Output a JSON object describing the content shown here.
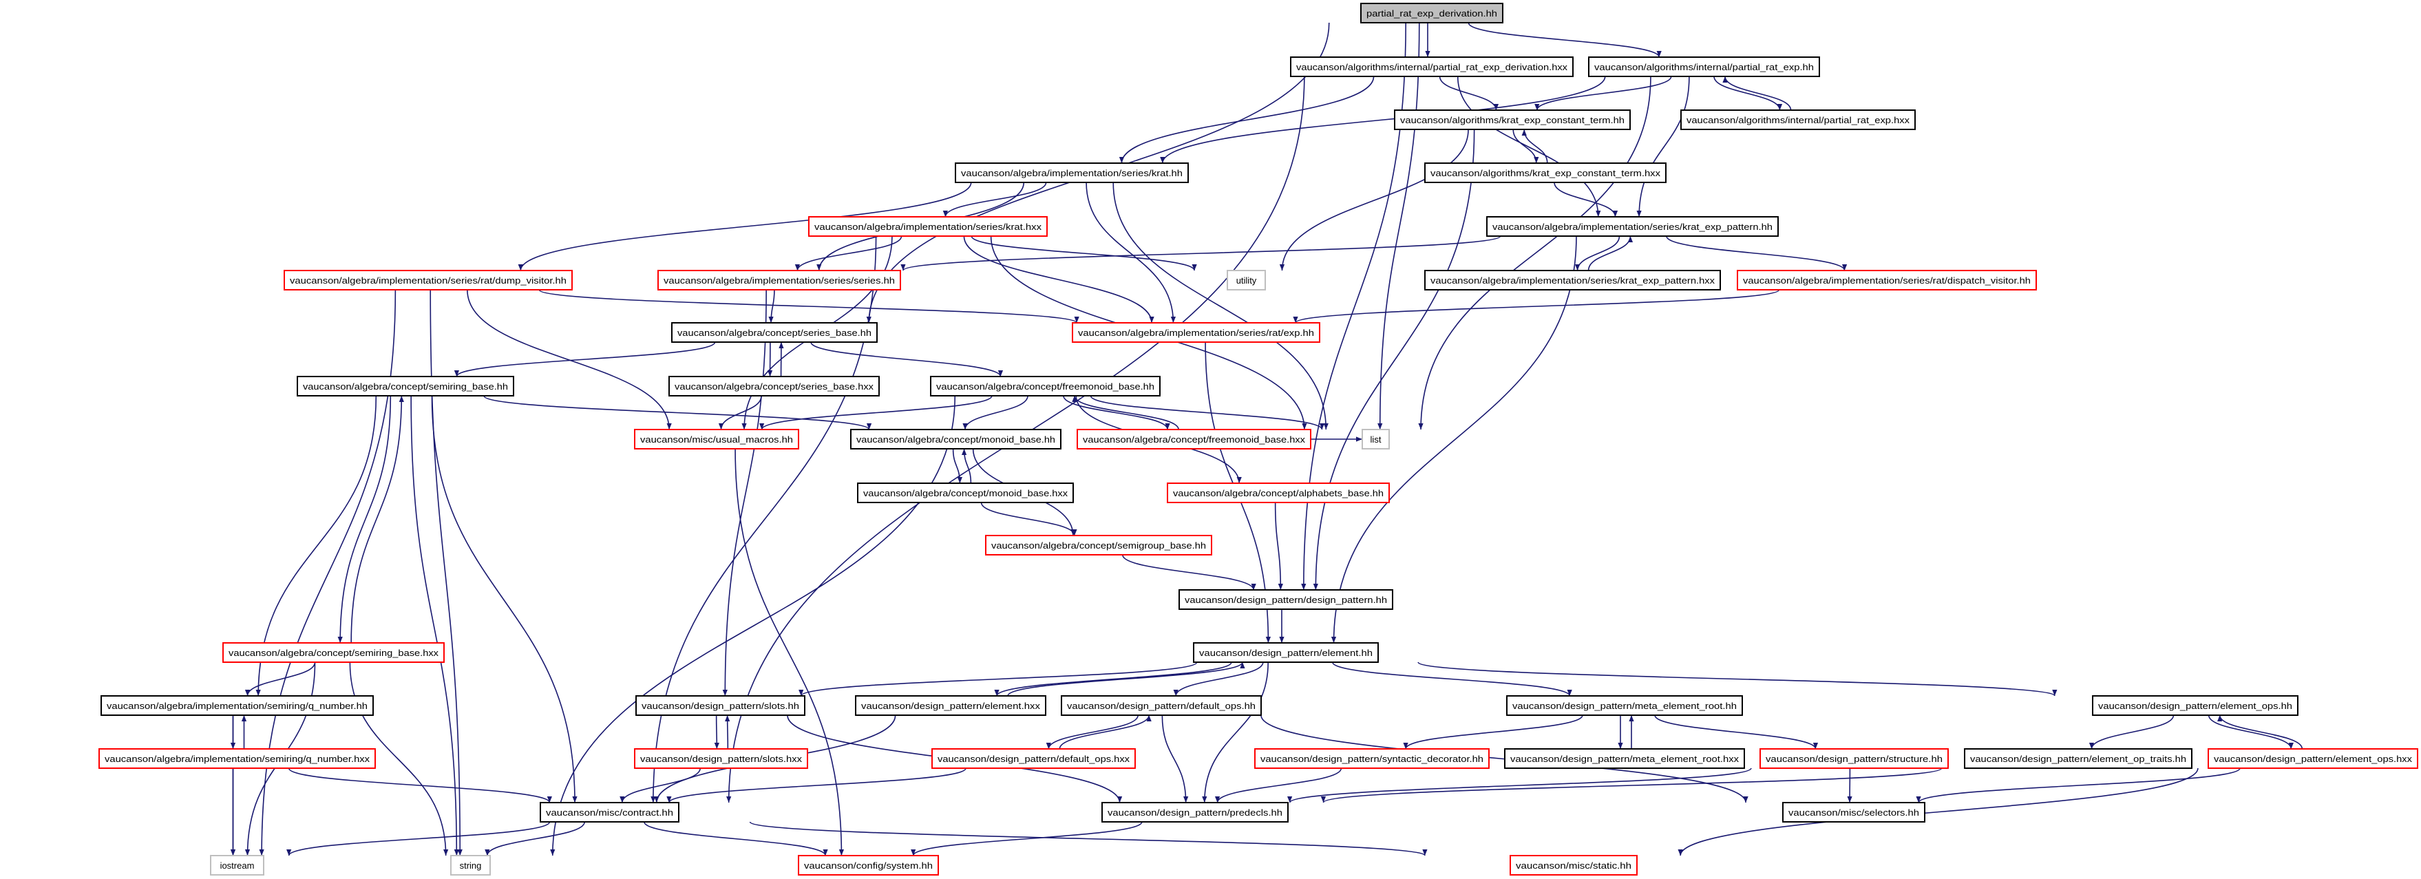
{
  "graph": {
    "edge_color": "#191970",
    "missing_node_border_color": "#ff0000",
    "external_node_border_color": "#bfbfbf",
    "root_fill_color": "#bfbfbf"
  },
  "nodes": [
    {
      "label": "partial_rat_exp_derivation.hh",
      "kind": "root"
    },
    {
      "label": "vaucanson/algorithms/internal/partial_rat_exp_derivation.hxx",
      "kind": "normal"
    },
    {
      "label": "vaucanson/algorithms/internal/partial_rat_exp.hh",
      "kind": "normal"
    },
    {
      "label": "vaucanson/algorithms/krat_exp_constant_term.hh",
      "kind": "normal"
    },
    {
      "label": "vaucanson/algorithms/internal/partial_rat_exp.hxx",
      "kind": "normal"
    },
    {
      "label": "vaucanson/algebra/implementation/series/krat.hh",
      "kind": "normal"
    },
    {
      "label": "vaucanson/algorithms/krat_exp_constant_term.hxx",
      "kind": "normal"
    },
    {
      "label": "vaucanson/algebra/implementation/series/krat.hxx",
      "kind": "red"
    },
    {
      "label": "vaucanson/algebra/implementation/series/krat_exp_pattern.hh",
      "kind": "normal"
    },
    {
      "label": "vaucanson/algebra/implementation/series/rat/dump_visitor.hh",
      "kind": "red"
    },
    {
      "label": "vaucanson/algebra/implementation/series/series.hh",
      "kind": "red"
    },
    {
      "label": "utility",
      "kind": "ext"
    },
    {
      "label": "vaucanson/algebra/implementation/series/krat_exp_pattern.hxx",
      "kind": "normal"
    },
    {
      "label": "vaucanson/algebra/implementation/series/rat/dispatch_visitor.hh",
      "kind": "red"
    },
    {
      "label": "vaucanson/algebra/concept/series_base.hh",
      "kind": "normal"
    },
    {
      "label": "vaucanson/algebra/implementation/series/rat/exp.hh",
      "kind": "red"
    },
    {
      "label": "vaucanson/algebra/concept/semiring_base.hh",
      "kind": "normal"
    },
    {
      "label": "vaucanson/algebra/concept/series_base.hxx",
      "kind": "normal"
    },
    {
      "label": "vaucanson/algebra/concept/freemonoid_base.hh",
      "kind": "normal"
    },
    {
      "label": "vaucanson/misc/usual_macros.hh",
      "kind": "red"
    },
    {
      "label": "vaucanson/algebra/concept/monoid_base.hh",
      "kind": "normal"
    },
    {
      "label": "list",
      "kind": "ext"
    },
    {
      "label": "vaucanson/algebra/concept/freemonoid_base.hxx",
      "kind": "red"
    },
    {
      "label": "vaucanson/algebra/concept/monoid_base.hxx",
      "kind": "normal"
    },
    {
      "label": "vaucanson/algebra/concept/alphabets_base.hh",
      "kind": "red"
    },
    {
      "label": "vaucanson/algebra/concept/semigroup_base.hh",
      "kind": "red"
    },
    {
      "label": "vaucanson/design_pattern/design_pattern.hh",
      "kind": "normal"
    },
    {
      "label": "vaucanson/design_pattern/element.hh",
      "kind": "normal"
    },
    {
      "label": "vaucanson/algebra/concept/semiring_base.hxx",
      "kind": "red"
    },
    {
      "label": "vaucanson/algebra/implementation/semiring/q_number.hh",
      "kind": "normal"
    },
    {
      "label": "vaucanson/design_pattern/slots.hh",
      "kind": "normal"
    },
    {
      "label": "vaucanson/design_pattern/element.hxx",
      "kind": "normal"
    },
    {
      "label": "vaucanson/design_pattern/default_ops.hh",
      "kind": "normal"
    },
    {
      "label": "vaucanson/design_pattern/meta_element_root.hh",
      "kind": "normal"
    },
    {
      "label": "vaucanson/design_pattern/element_ops.hh",
      "kind": "normal"
    },
    {
      "label": "vaucanson/algebra/implementation/semiring/q_number.hxx",
      "kind": "red"
    },
    {
      "label": "vaucanson/design_pattern/slots.hxx",
      "kind": "red"
    },
    {
      "label": "vaucanson/design_pattern/default_ops.hxx",
      "kind": "red"
    },
    {
      "label": "vaucanson/design_pattern/syntactic_decorator.hh",
      "kind": "red"
    },
    {
      "label": "vaucanson/design_pattern/meta_element_root.hxx",
      "kind": "normal"
    },
    {
      "label": "vaucanson/design_pattern/structure.hh",
      "kind": "red"
    },
    {
      "label": "vaucanson/design_pattern/element_op_traits.hh",
      "kind": "normal"
    },
    {
      "label": "vaucanson/design_pattern/element_ops.hxx",
      "kind": "red"
    },
    {
      "label": "vaucanson/misc/contract.hh",
      "kind": "normal"
    },
    {
      "label": "vaucanson/design_pattern/predecls.hh",
      "kind": "normal"
    },
    {
      "label": "vaucanson/misc/selectors.hh",
      "kind": "normal"
    },
    {
      "label": "iostream",
      "kind": "ext"
    },
    {
      "label": "string",
      "kind": "ext"
    },
    {
      "label": "vaucanson/config/system.hh",
      "kind": "red"
    },
    {
      "label": "vaucanson/misc/static.hh",
      "kind": "red"
    }
  ],
  "edges": [
    [
      0,
      1
    ],
    [
      0,
      2
    ],
    [
      0,
      14
    ],
    [
      0,
      21
    ],
    [
      0,
      26
    ],
    [
      1,
      43
    ],
    [
      1,
      5
    ],
    [
      1,
      3
    ],
    [
      1,
      8
    ],
    [
      2,
      5
    ],
    [
      2,
      3
    ],
    [
      2,
      4
    ],
    [
      2,
      8
    ],
    [
      2,
      21
    ],
    [
      4,
      2
    ],
    [
      3,
      11
    ],
    [
      3,
      26
    ],
    [
      3,
      6
    ],
    [
      6,
      3
    ],
    [
      6,
      8
    ],
    [
      5,
      7
    ],
    [
      5,
      10
    ],
    [
      5,
      9
    ],
    [
      5,
      15
    ],
    [
      5,
      21
    ],
    [
      7,
      10
    ],
    [
      7,
      11
    ],
    [
      7,
      15
    ],
    [
      7,
      21
    ],
    [
      7,
      43
    ],
    [
      7,
      19
    ],
    [
      8,
      10
    ],
    [
      8,
      12
    ],
    [
      8,
      13
    ],
    [
      8,
      27
    ],
    [
      12,
      8
    ],
    [
      13,
      15
    ],
    [
      9,
      15
    ],
    [
      9,
      19
    ],
    [
      9,
      46
    ],
    [
      9,
      47
    ],
    [
      10,
      14
    ],
    [
      10,
      30
    ],
    [
      14,
      16
    ],
    [
      14,
      17
    ],
    [
      14,
      18
    ],
    [
      17,
      14
    ],
    [
      17,
      19
    ],
    [
      15,
      27
    ],
    [
      16,
      20
    ],
    [
      16,
      28
    ],
    [
      16,
      29
    ],
    [
      16,
      43
    ],
    [
      16,
      47
    ],
    [
      28,
      16
    ],
    [
      28,
      29
    ],
    [
      28,
      46
    ],
    [
      28,
      47
    ],
    [
      18,
      20
    ],
    [
      18,
      22
    ],
    [
      18,
      21
    ],
    [
      18,
      24
    ],
    [
      18,
      19
    ],
    [
      18,
      47
    ],
    [
      22,
      18
    ],
    [
      22,
      21
    ],
    [
      20,
      23
    ],
    [
      20,
      25
    ],
    [
      23,
      20
    ],
    [
      23,
      25
    ],
    [
      24,
      26
    ],
    [
      25,
      26
    ],
    [
      26,
      27
    ],
    [
      19,
      48
    ],
    [
      27,
      30
    ],
    [
      27,
      31
    ],
    [
      27,
      32
    ],
    [
      27,
      33
    ],
    [
      27,
      34
    ],
    [
      27,
      44
    ],
    [
      31,
      27
    ],
    [
      31,
      43
    ],
    [
      30,
      36
    ],
    [
      30,
      44
    ],
    [
      36,
      30
    ],
    [
      36,
      43
    ],
    [
      32,
      37
    ],
    [
      32,
      44
    ],
    [
      32,
      45
    ],
    [
      37,
      32
    ],
    [
      37,
      43
    ],
    [
      33,
      38
    ],
    [
      33,
      39
    ],
    [
      33,
      40
    ],
    [
      39,
      33
    ],
    [
      40,
      44
    ],
    [
      40,
      45
    ],
    [
      38,
      44
    ],
    [
      34,
      41
    ],
    [
      34,
      42
    ],
    [
      42,
      34
    ],
    [
      42,
      45
    ],
    [
      42,
      49
    ],
    [
      41,
      44
    ],
    [
      29,
      35
    ],
    [
      29,
      46
    ],
    [
      35,
      29
    ],
    [
      35,
      43
    ],
    [
      35,
      46
    ],
    [
      43,
      46
    ],
    [
      43,
      47
    ],
    [
      43,
      48
    ],
    [
      43,
      49
    ],
    [
      44,
      48
    ]
  ]
}
